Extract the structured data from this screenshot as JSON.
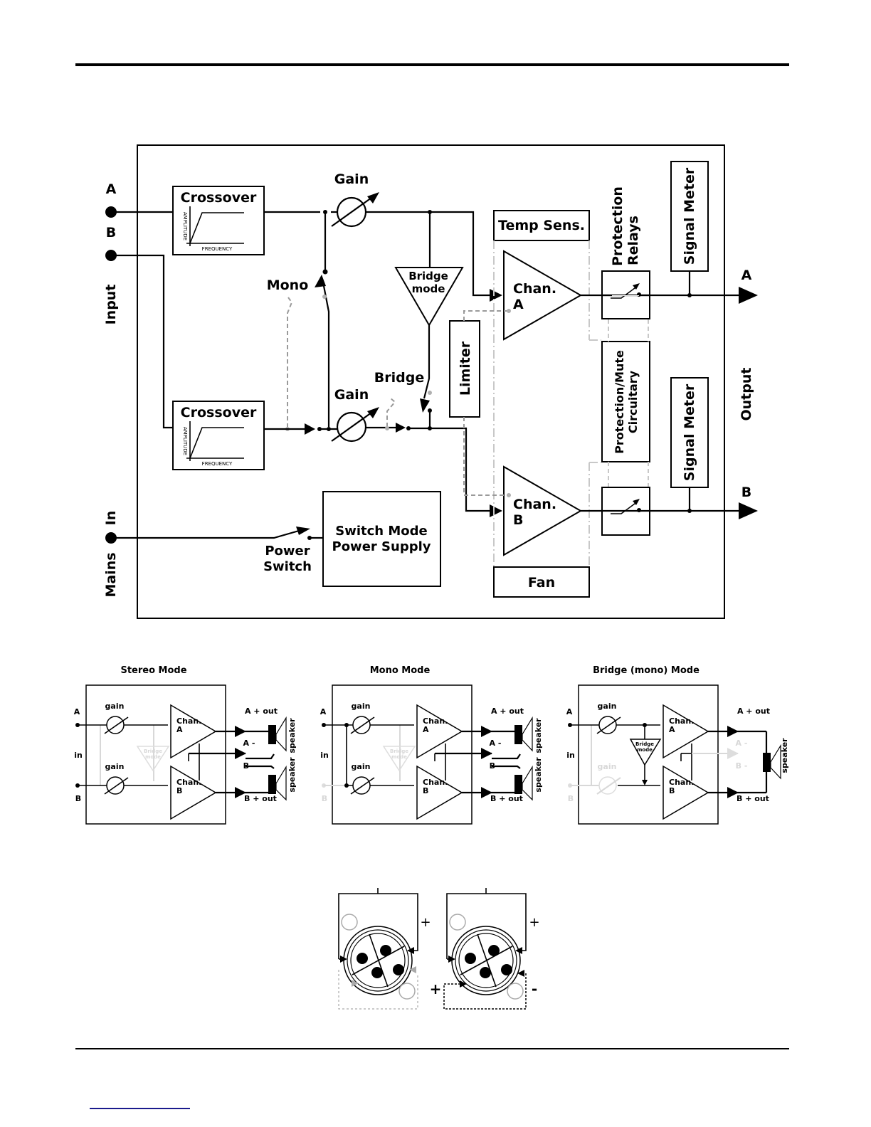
{
  "page": {
    "colors": {
      "line": "#000000",
      "dashed_control": "#9a9a9a",
      "ghost": "#d8d8d8",
      "footer_link": "#1a1a8c"
    }
  },
  "block_diagram": {
    "input_label": "Input",
    "input_a": "A",
    "input_b": "B",
    "mains_label": "Mains",
    "mains_in": "In",
    "crossover_a": {
      "title": "Crossover",
      "y_axis": "AMPLITUDE",
      "x_axis": "FREQUENCY"
    },
    "crossover_b": {
      "title": "Crossover",
      "y_axis": "AMPLITUDE",
      "x_axis": "FREQUENCY"
    },
    "gain_a": "Gain",
    "gain_b": "Gain",
    "mono_switch": "Mono",
    "bridge_switch": "Bridge",
    "bridge_mode": [
      "Bridge",
      "mode"
    ],
    "temp_sens": "Temp Sens.",
    "limiter": "Limiter",
    "chan_a": [
      "Chan.",
      "A"
    ],
    "chan_b": [
      "Chan.",
      "B"
    ],
    "fan": "Fan",
    "protection_relays": [
      "Protection",
      "Relays"
    ],
    "protection_mute": [
      "Protection/Mute",
      "Circuitary"
    ],
    "signal_meter_a": "Signal Meter",
    "signal_meter_b": "Signal Meter",
    "output_label": "Output",
    "output_a": "A",
    "output_b": "B",
    "power_switch": [
      "Power",
      "Switch"
    ],
    "smps": [
      "Switch Mode",
      "Power Supply"
    ]
  },
  "modes": [
    {
      "title": "Stereo Mode",
      "in_a": "A",
      "in_mid": "in",
      "in_b": "B",
      "gain_a": "gain",
      "gain_b": "gain",
      "bridge_mode": [
        "Bridge",
        "mode"
      ],
      "chan_a": [
        "Chan.",
        "A"
      ],
      "chan_b": [
        "Chan.",
        "B"
      ],
      "out_a_plus": "A + out",
      "out_a_minus": "A -",
      "out_b_minus": "B -",
      "out_b_plus": "B + out",
      "speaker_top": "speaker",
      "speaker_bottom": "speaker"
    },
    {
      "title": "Mono Mode",
      "in_a": "A",
      "in_mid": "in",
      "in_b": "B",
      "gain_a": "gain",
      "gain_b": "gain",
      "bridge_mode": [
        "Bridge",
        "mode"
      ],
      "chan_a": [
        "Chan.",
        "A"
      ],
      "chan_b": [
        "Chan.",
        "B"
      ],
      "out_a_plus": "A + out",
      "out_a_minus": "A -",
      "out_b_minus": "B -",
      "out_b_plus": "B + out",
      "speaker_top": "speaker",
      "speaker_bottom": "speaker"
    },
    {
      "title": "Bridge (mono) Mode",
      "in_a": "A",
      "in_mid": "in",
      "in_b": "B",
      "gain_a": "gain",
      "gain_b": "gain",
      "bridge_mode": [
        "Bridge",
        "mode"
      ],
      "chan_a": [
        "Chan.",
        "A"
      ],
      "chan_b": [
        "Chan.",
        "B"
      ],
      "out_a_plus": "A + out",
      "out_a_minus": "A -",
      "out_b_minus": "B -",
      "out_b_plus": "B + out",
      "speaker_top": "speaker"
    }
  ],
  "connectors": {
    "left": {
      "top_sign": "+"
    },
    "right": {
      "top_sign": "+",
      "left_sign": "+",
      "bottom_sign": "-"
    }
  }
}
